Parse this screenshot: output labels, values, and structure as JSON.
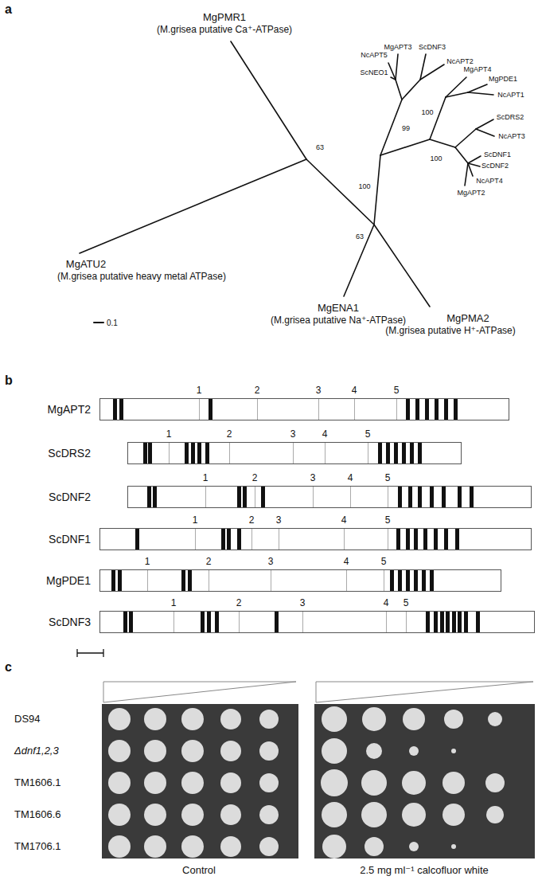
{
  "diagram": {
    "nodes": [
      {
        "text": [
          "MgAPT2"
        ]
      },
      {
        "text": [
          "ScDRS2"
        ]
      },
      {
        "text": [
          "ScDNF2"
        ]
      },
      {
        "text": [
          "ScDNF1"
        ]
      },
      {
        "text": [
          "MgPDE1"
        ]
      },
      {
        "text": [
          "ScDNF3"
        ]
      }
    ],
    "labels": [
      "a",
      "MgPMR1",
      "(M.grisea putative Ca⁺-ATPase)",
      "MgATU2",
      "(M.grisea putative heavy metal ATPase)",
      "MgENA1",
      "(M.grisea putative Na⁺-ATPase)",
      "MgPMA2",
      "(M.grisea putative H⁺-ATPase)",
      "0.1",
      "63",
      "63",
      "100",
      "99",
      "100",
      "100",
      "NcAPT5",
      "MgAPT3",
      "ScDNF3",
      "NcAPT2",
      "ScNEO1",
      "MgAPT4",
      "MgPDE1",
      "NcAPT1",
      "ScDRS2",
      "NcAPT3",
      "ScDNF1",
      "ScDNF2",
      "NcAPT4",
      "MgAPT2",
      "b",
      "1",
      "2",
      "3",
      "4",
      "5",
      "1",
      "2",
      "3",
      "4",
      "5",
      "1",
      "2",
      "3",
      "4",
      "5",
      "1",
      "2",
      "3",
      "4",
      "5",
      "1",
      "2",
      "3",
      "4",
      "5",
      "1",
      "2",
      "3",
      "4",
      "5",
      "c",
      "DS94",
      "Δdnf1,2,3",
      "TM1606.1",
      "TM1606.6",
      "TM1706.1",
      "Control",
      "2.5 mg ml⁻¹ calcofluor white"
    ]
  }
}
